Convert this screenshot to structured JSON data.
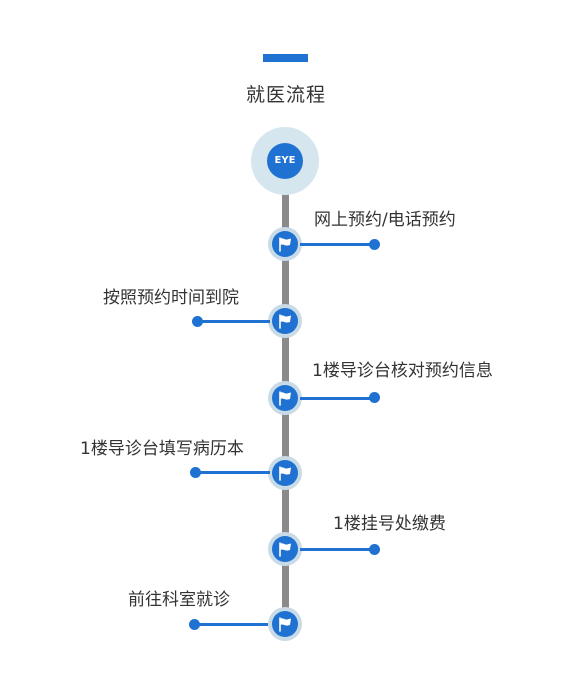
{
  "title": "就医流程",
  "badge": "EYE",
  "steps": [
    {
      "label": "网上预约/电话预约",
      "side": "right"
    },
    {
      "label": "按照预约时间到院",
      "side": "left"
    },
    {
      "label": "1楼导诊台核对预约信息",
      "side": "right"
    },
    {
      "label": "1楼导诊台填写病历本",
      "side": "left"
    },
    {
      "label": "1楼挂号处缴费",
      "side": "right"
    },
    {
      "label": "前往科室就诊",
      "side": "left"
    }
  ],
  "colors": {
    "accent": "#1f72d1",
    "halo": "#d6e6ee",
    "spine": "#8a8a8a",
    "text": "#333333"
  },
  "icons": {
    "step": "flag-icon"
  }
}
